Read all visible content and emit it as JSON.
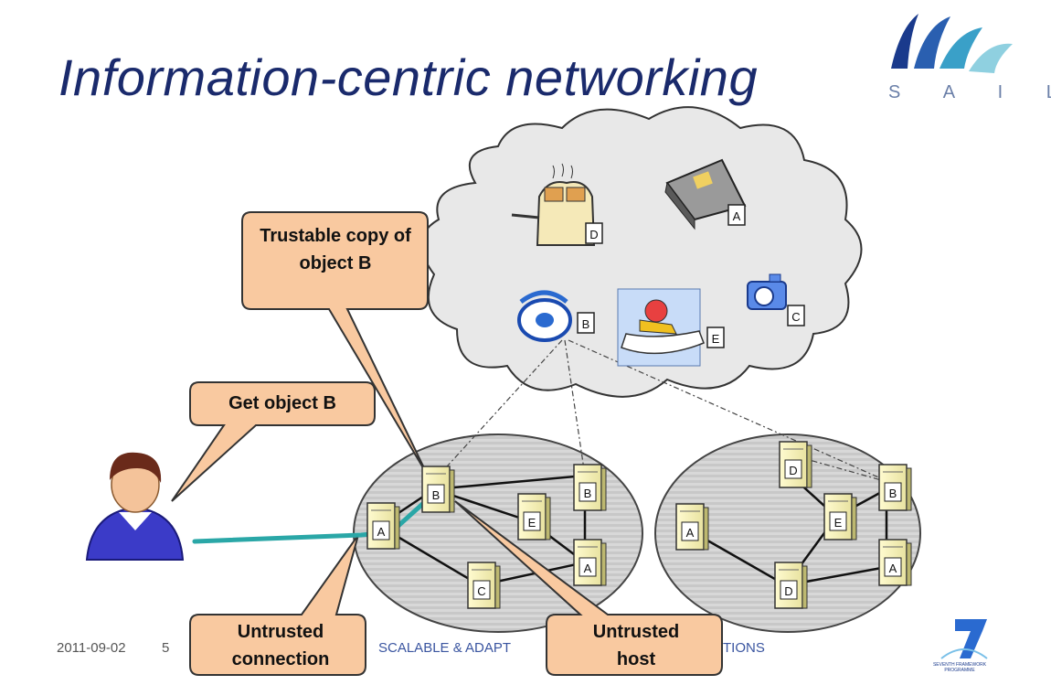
{
  "slide": {
    "title": "Information-centric networking",
    "logo": {
      "brand_letters": "S A I L",
      "icon": "sail-logo-icon"
    },
    "callouts": {
      "trustable": "Trustable copy of object B",
      "get_object": "Get object B",
      "untrusted_connection": "Untrusted connection",
      "untrusted_host": "Untrusted host"
    },
    "cloud_objects": [
      {
        "icon": "toaster-icon",
        "label": "D"
      },
      {
        "icon": "book-icon",
        "label": "A"
      },
      {
        "icon": "film-reel-icon",
        "label": "B"
      },
      {
        "icon": "jetski-icon",
        "label": "E"
      },
      {
        "icon": "camera-icon",
        "label": "C"
      }
    ],
    "network_left_servers": [
      "B",
      "A",
      "E",
      "B",
      "A",
      "C"
    ],
    "network_right_servers": [
      "D",
      "A",
      "E",
      "B",
      "A",
      "D"
    ],
    "footer": {
      "date": "2011-09-02",
      "page": "5",
      "text": "SCALABLE & ADAPT",
      "text_end": "TIONS",
      "fp_logo_text": "SEVENTH FRAMEWORK PROGRAMME"
    },
    "colors": {
      "title": "#1a2a6c",
      "callout_fill": "#f9c9a0",
      "callout_stroke": "#333333",
      "connection": "#2aa7a7"
    }
  }
}
